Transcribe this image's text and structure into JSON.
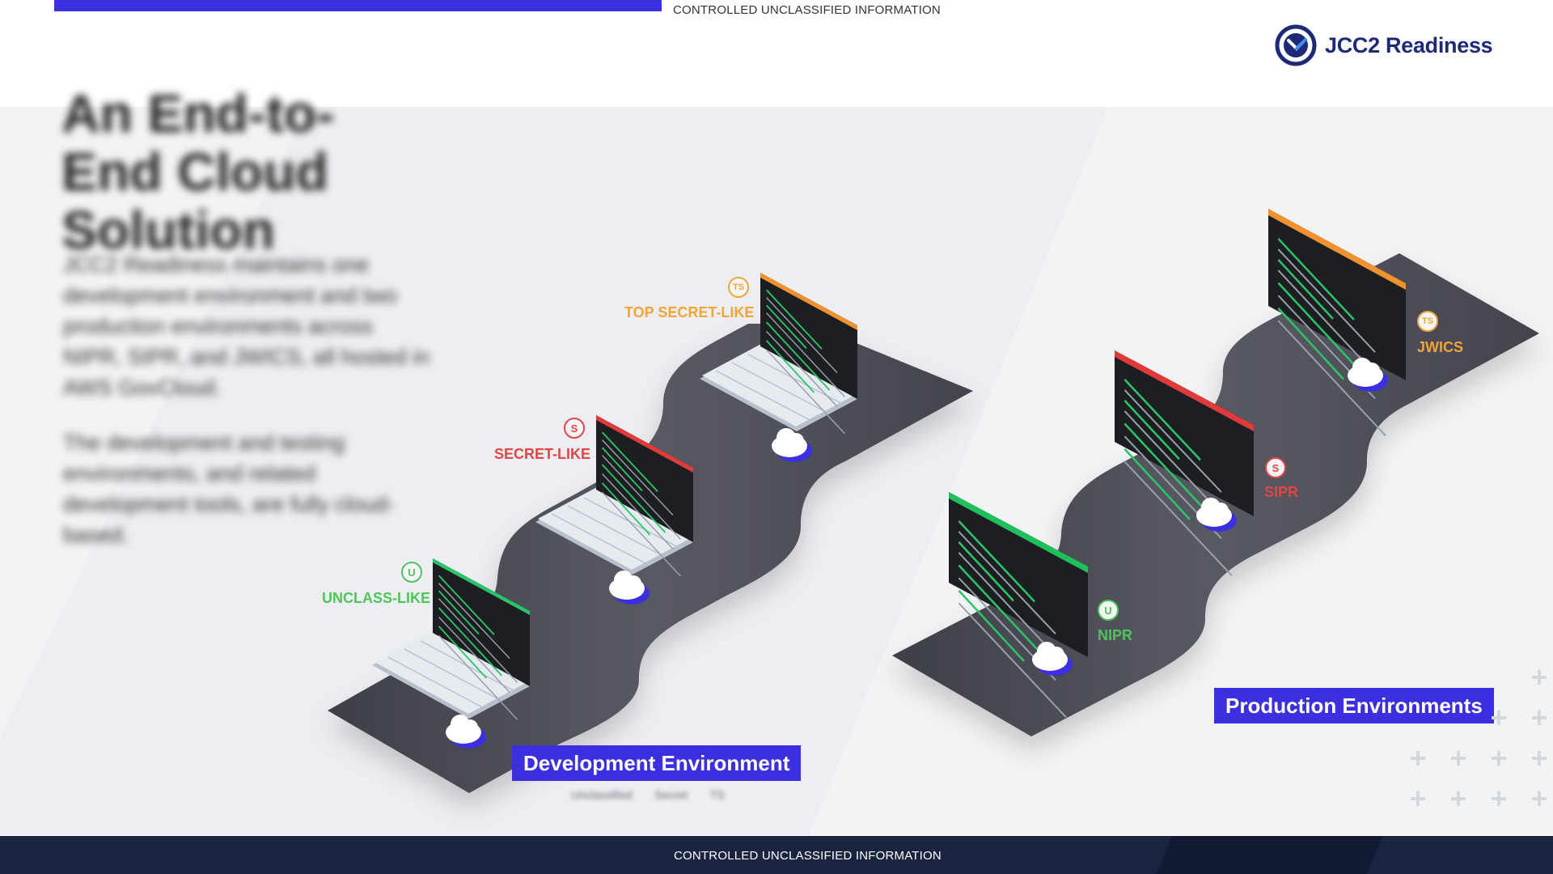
{
  "header": {
    "classification_top": "CONTROLLED UNCLASSIFIED INFORMATION",
    "logo_text": "JCC2 Readiness",
    "accent_color": "#3b2fe0"
  },
  "left_panel": {
    "title": "An End-to-End Cloud Solution",
    "paragraph1": "JCC2 Readiness maintains one development environment and two production environments across NIPR, SIPR, and JWICS, all hosted in AWS GovCloud.",
    "paragraph2": "The development and testing environments, and related development tools, are fully cloud-based."
  },
  "development": {
    "label": "Development Environment",
    "levels": [
      {
        "badge": "U",
        "label": "UNCLASS-LIKE",
        "color": "#4fc45a"
      },
      {
        "badge": "S",
        "label": "SECRET-LIKE",
        "color": "#e04646"
      },
      {
        "badge": "TS",
        "label": "TOP SECRET-LIKE",
        "color": "#f0a53a"
      }
    ],
    "legend": [
      "Unclassified",
      "Secret",
      "TS"
    ]
  },
  "production": {
    "label": "Production Environments",
    "levels": [
      {
        "badge": "U",
        "label": "NIPR",
        "color": "#4fc45a"
      },
      {
        "badge": "S",
        "label": "SIPR",
        "color": "#e04646"
      },
      {
        "badge": "TS",
        "label": "JWICS",
        "color": "#f0a53a"
      }
    ]
  },
  "decoration": {
    "plus_symbol": "+",
    "plus_count": 16
  },
  "footer": {
    "classification_bottom": "CONTROLLED UNCLASSIFIED INFORMATION"
  }
}
